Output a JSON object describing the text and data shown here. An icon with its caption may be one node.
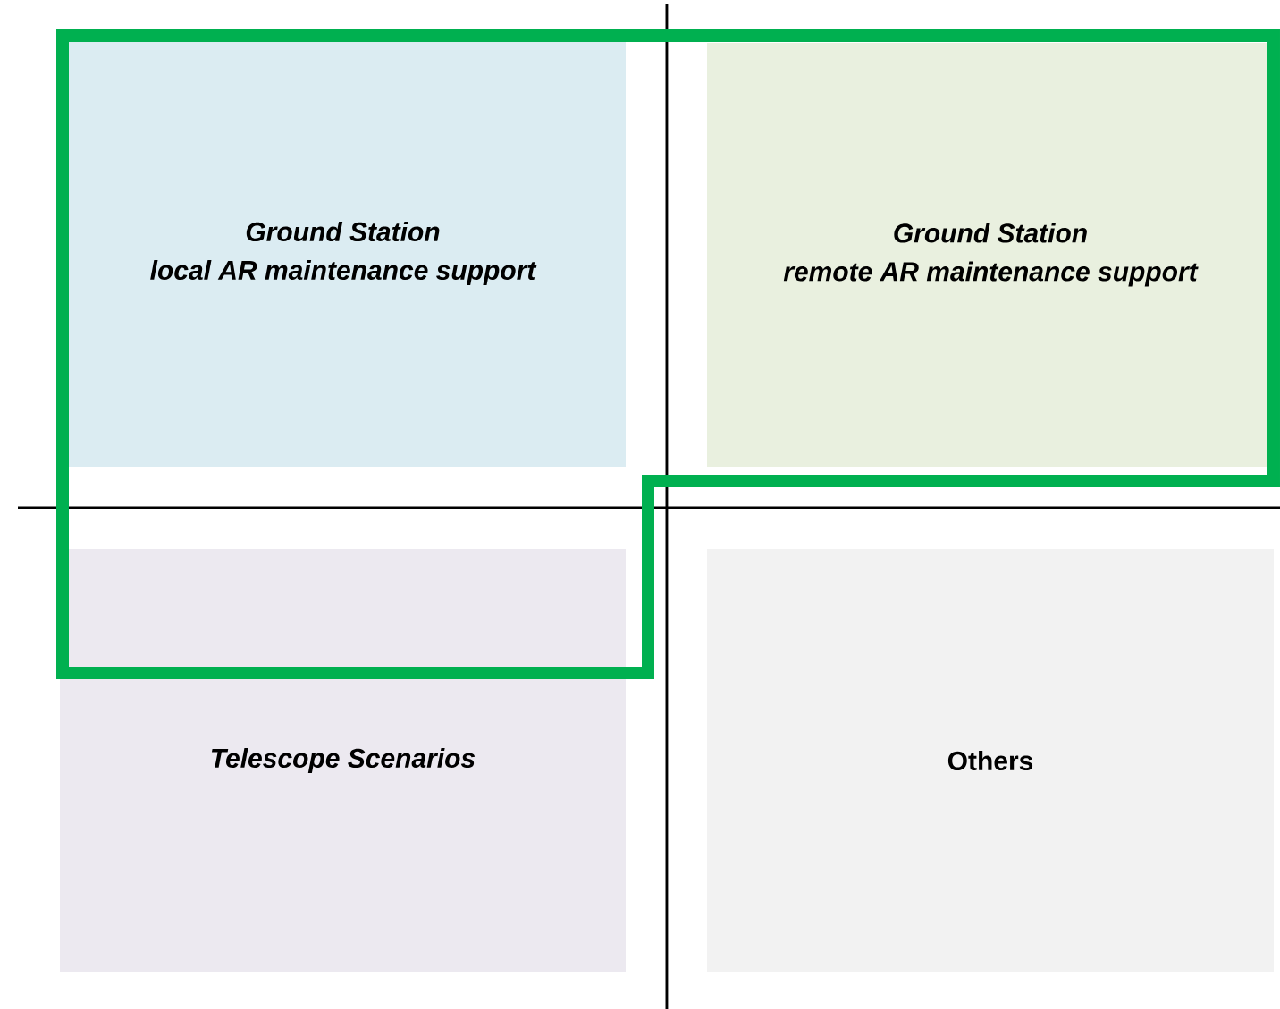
{
  "diagram": {
    "nodes": [
      {
        "text": [
          "Ground Station",
          "local AR maintenance support"
        ]
      },
      {
        "text": [
          "Ground Station",
          "remote AR maintenance support"
        ]
      },
      {
        "text": [
          "Telescope Scenarios"
        ]
      },
      {
        "text": [
          "Others"
        ]
      }
    ]
  }
}
